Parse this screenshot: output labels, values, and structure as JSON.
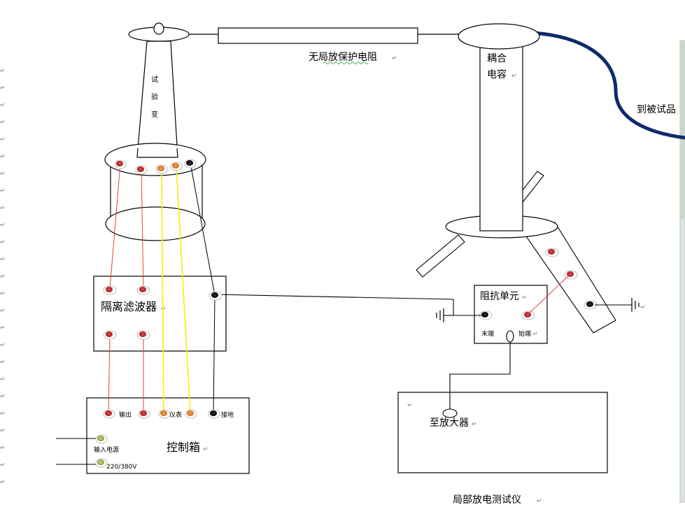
{
  "labels": {
    "test_transformer": [
      "试",
      "验",
      "变"
    ],
    "protection_resistor": "无局放保护电阻",
    "coupling_capacitor_line1": "耦合",
    "coupling_capacitor_line2": "电容",
    "to_test_object": "到被试品",
    "isolation_filter": "隔离滤波器",
    "impedance_unit": "阻抗单元",
    "impedance_end": "末端",
    "impedance_start": "始端",
    "to_amplifier": "至放大器",
    "pd_tester": "局部放电测试仪",
    "control_box": "控制箱",
    "output": "输出",
    "meter": "仪表",
    "ground": "接地",
    "input_power": "输入电源",
    "voltage": "220/380V",
    "return_mark": "↵"
  },
  "colors": {
    "red_wire": "#e8403a",
    "yellow_wire": "#f2f200",
    "black_wire": "#000000",
    "blue_cable": "#0d2a6b",
    "terminal_red": "#c83232",
    "terminal_orange": "#ef8a2a",
    "terminal_black": "#000000",
    "terminal_green": "#9ab85a"
  }
}
